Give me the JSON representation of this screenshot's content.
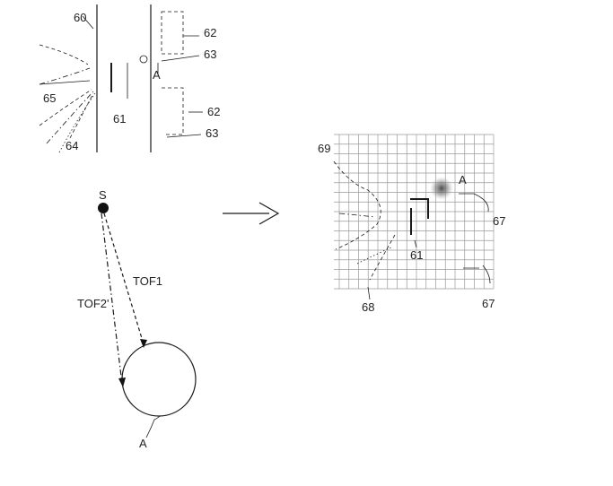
{
  "labels": {
    "room_top": "60",
    "wall_right_1": "62",
    "wall_right_2": "63",
    "point_a_top": "A",
    "wall_right_3": "62",
    "wall_right_4": "63",
    "signal_65": "65",
    "obstacle_61": "61",
    "signal_64": "64",
    "source": "S",
    "tof1": "TOF1",
    "tof2": "TOF2'",
    "point_a_circle": "A",
    "grid_69": "69",
    "grid_a": "A",
    "grid_67_top": "67",
    "grid_61": "61",
    "grid_68": "68",
    "grid_67_bottom": "67"
  },
  "colors": {
    "ink": "#1a1a1a",
    "grid": "#9a9a9a",
    "blob": "#555555"
  }
}
